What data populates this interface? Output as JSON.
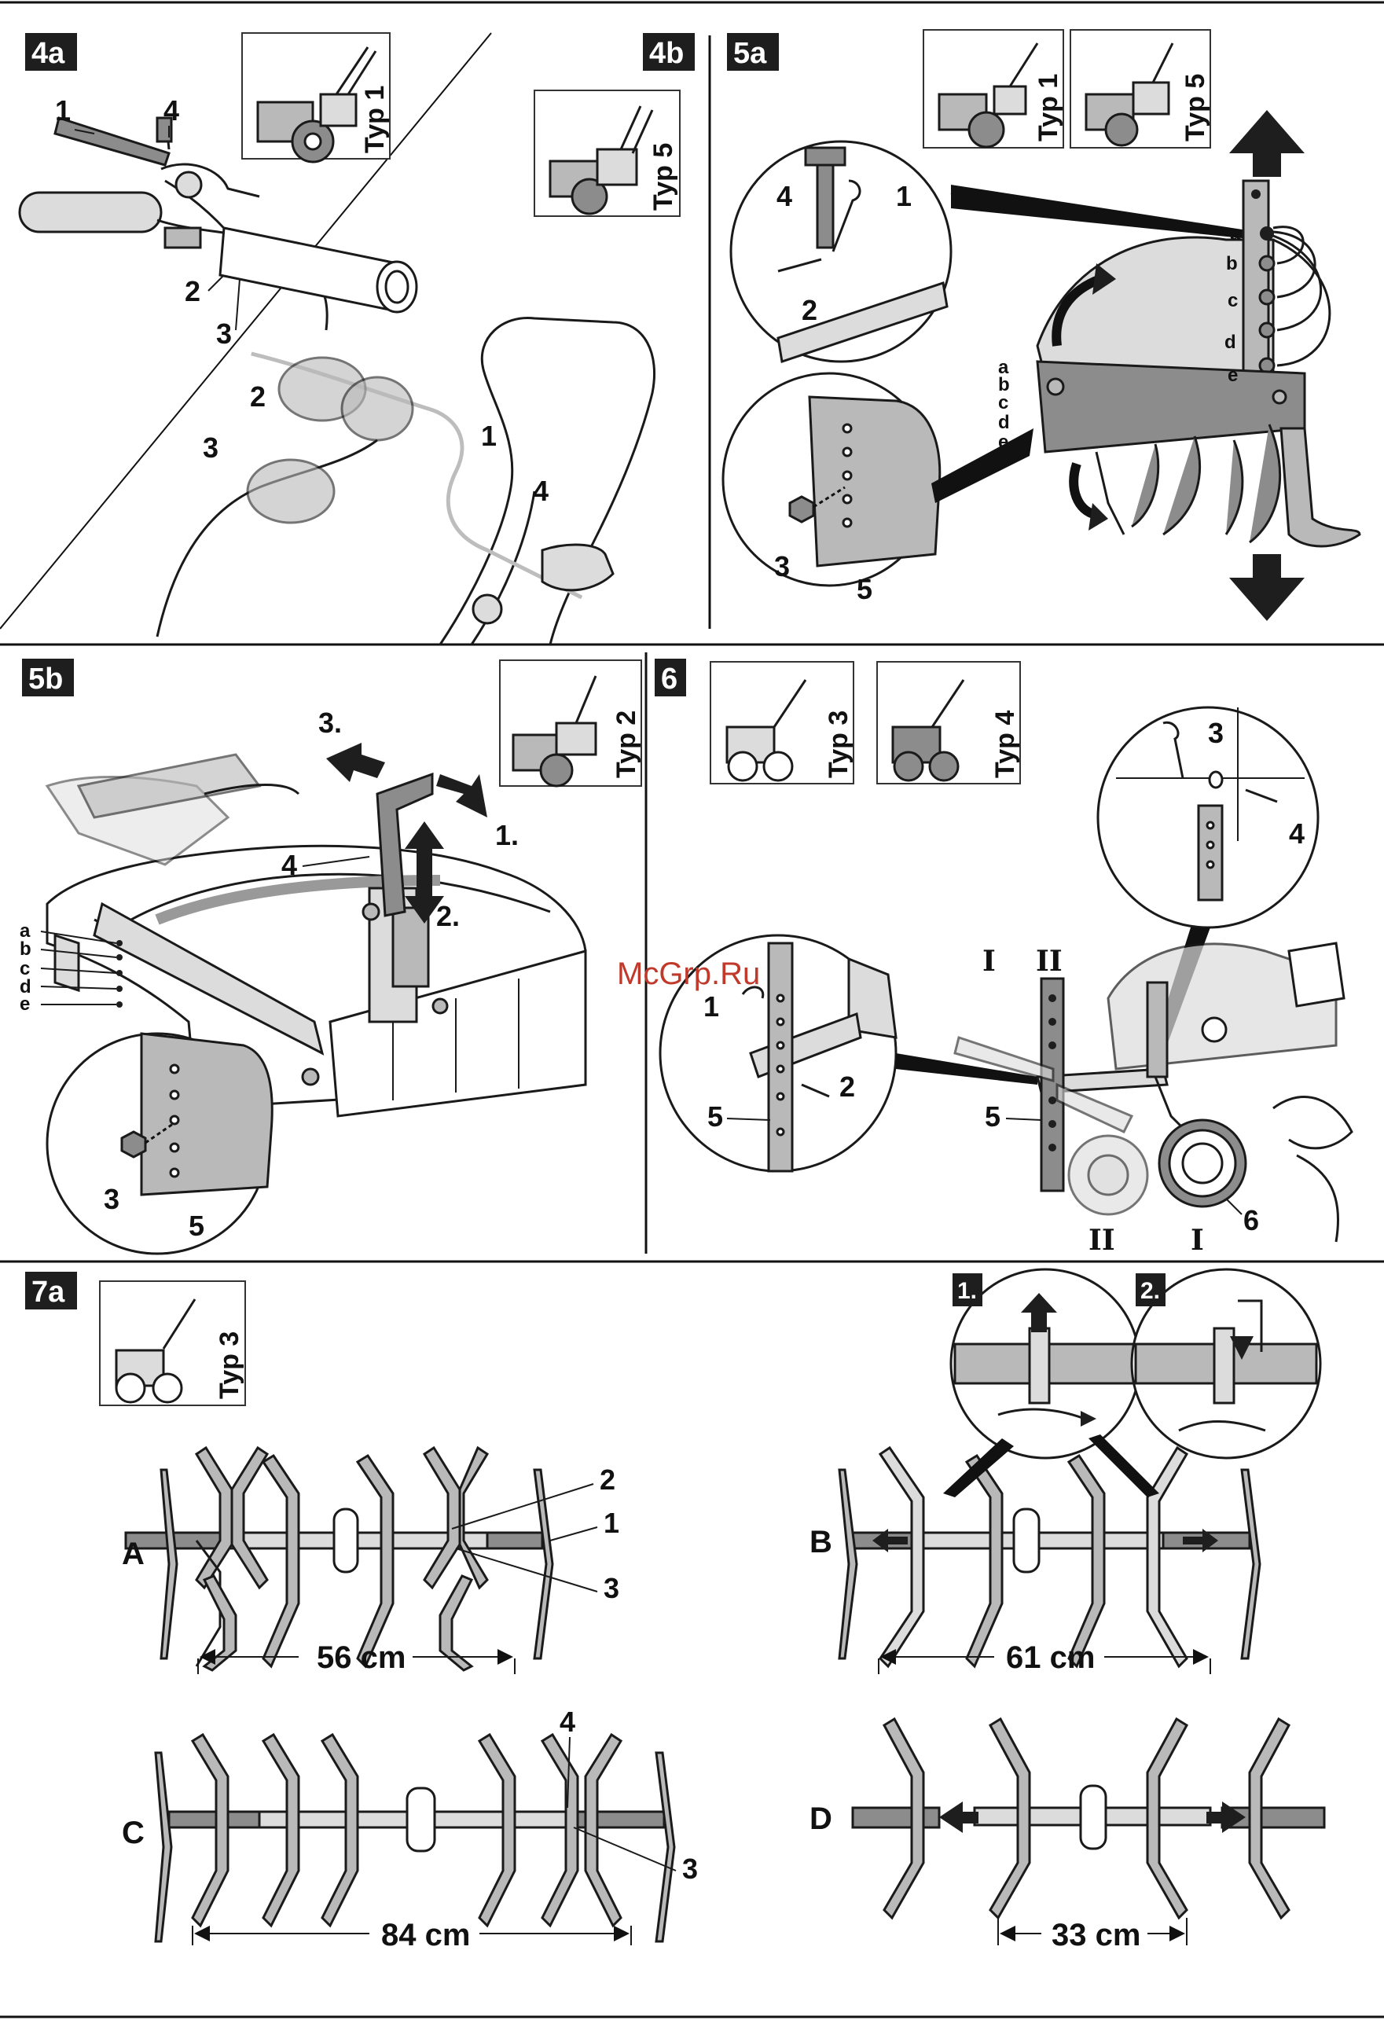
{
  "watermark": "McGrp.Ru",
  "panels": {
    "p4a": {
      "badge": "4a",
      "typ_label": "Typ 1",
      "callouts": {
        "c1": "1",
        "c4": "4",
        "c2": "2",
        "c3": "3",
        "c2b": "2",
        "c3b": "3",
        "c1b": "1",
        "c4b": "4"
      }
    },
    "p4b": {
      "badge": "4b",
      "typ_label": "Typ 5"
    },
    "p5a": {
      "badge": "5a",
      "typ_label_1": "Typ 1",
      "typ_label_2": "Typ 5",
      "callouts": {
        "c4": "4",
        "c1": "1",
        "c2": "2",
        "c3": "3",
        "c5": "5"
      },
      "holes_right": [
        "a",
        "b",
        "c",
        "d",
        "e"
      ],
      "holes_left": [
        "a",
        "b",
        "c",
        "d",
        "e"
      ]
    },
    "p5b": {
      "badge": "5b",
      "typ_label": "Typ 2",
      "callouts": {
        "c4": "4",
        "c3": "3",
        "c5": "5"
      },
      "steps": [
        "3.",
        "1.",
        "2."
      ],
      "holes": [
        "a",
        "b",
        "c",
        "d",
        "e"
      ]
    },
    "p6": {
      "badge": "6",
      "typ_label_1": "Typ 3",
      "typ_label_2": "Typ 4",
      "callouts": {
        "c3": "3",
        "c4": "4",
        "c1": "1",
        "c2": "2",
        "c5a": "5",
        "c5b": "5",
        "c6": "6"
      },
      "positions": [
        "I",
        "II",
        "II",
        "I"
      ]
    },
    "p7a": {
      "badge": "7a",
      "typ_label": "Typ 3",
      "rows": {
        "A": {
          "label": "A",
          "width": "56 cm",
          "callouts": [
            "2",
            "1",
            "3"
          ]
        },
        "B": {
          "label": "B",
          "width": "61 cm",
          "steps": [
            "1.",
            "2."
          ]
        },
        "C": {
          "label": "C",
          "width": "84 cm",
          "callouts": [
            "4",
            "3"
          ]
        },
        "D": {
          "label": "D",
          "width": "33 cm"
        }
      }
    }
  }
}
